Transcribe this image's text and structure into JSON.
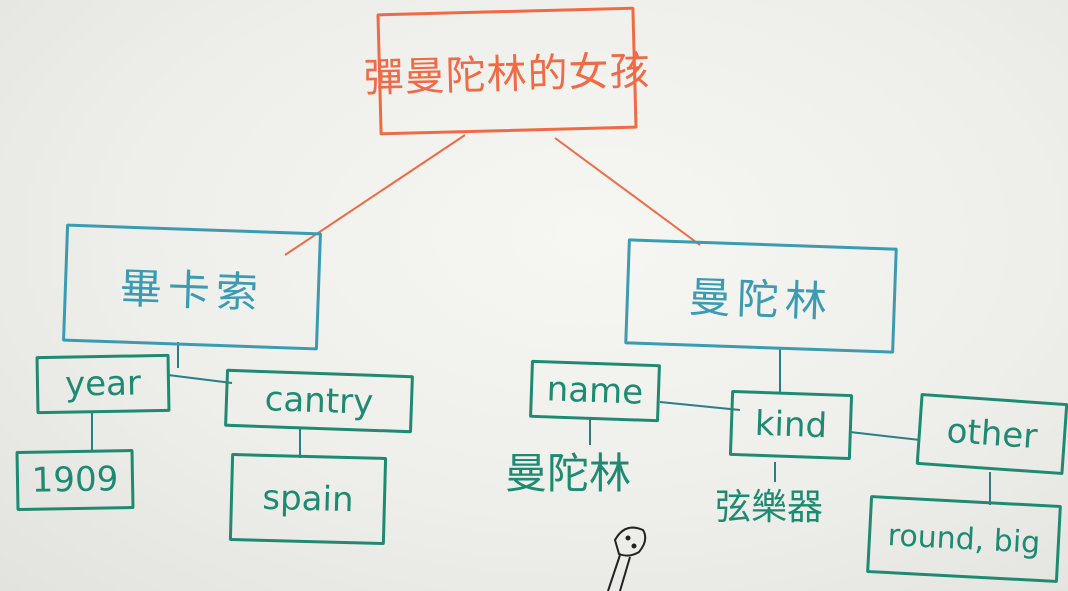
{
  "root": {
    "label": "彈曼陀林的女孩",
    "color": "#f06a45"
  },
  "branches": [
    {
      "label": "畢卡索",
      "attributes": [
        {
          "key": "year",
          "value": "1909"
        },
        {
          "key": "cantry",
          "value": "spain"
        }
      ]
    },
    {
      "label": "曼陀林",
      "attributes": [
        {
          "key": "name",
          "value": "曼陀林"
        },
        {
          "key": "kind",
          "value": "弦樂器"
        },
        {
          "key": "other",
          "value": "round, big"
        }
      ]
    }
  ],
  "colors": {
    "branch": "#3a9bb3",
    "leaf": "#1f8a72",
    "root": "#f06a45",
    "root_link": "#f06a45"
  },
  "icons": {
    "sketch": "mandolin-sketch-icon"
  }
}
